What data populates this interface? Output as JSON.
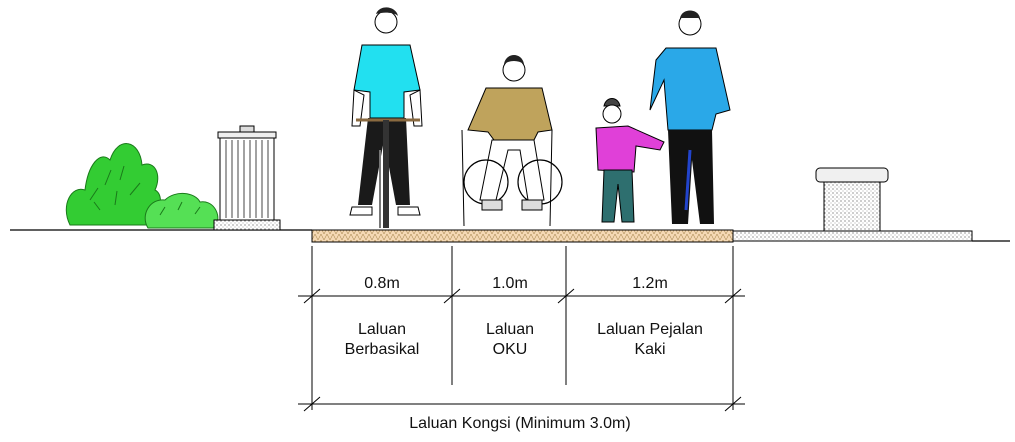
{
  "lanes": [
    {
      "width": "0.8m",
      "name_line1": "Laluan",
      "name_line2": "Berbasikal"
    },
    {
      "width": "1.0m",
      "name_line1": "Laluan",
      "name_line2": "OKU"
    },
    {
      "width": "1.2m",
      "name_line1": "Laluan Pejalan",
      "name_line2": "Kaki"
    }
  ],
  "total_label": "Laluan Kongsi (Minimum 3.0m)",
  "colors": {
    "shrub": "#33cc33",
    "cyclist_shirt": "#22e0f0",
    "oku_shirt": "#bfa35c",
    "child_shirt": "#e040d8",
    "adult_shirt": "#2aa8e8",
    "path_surface": "#f5d9b5"
  }
}
